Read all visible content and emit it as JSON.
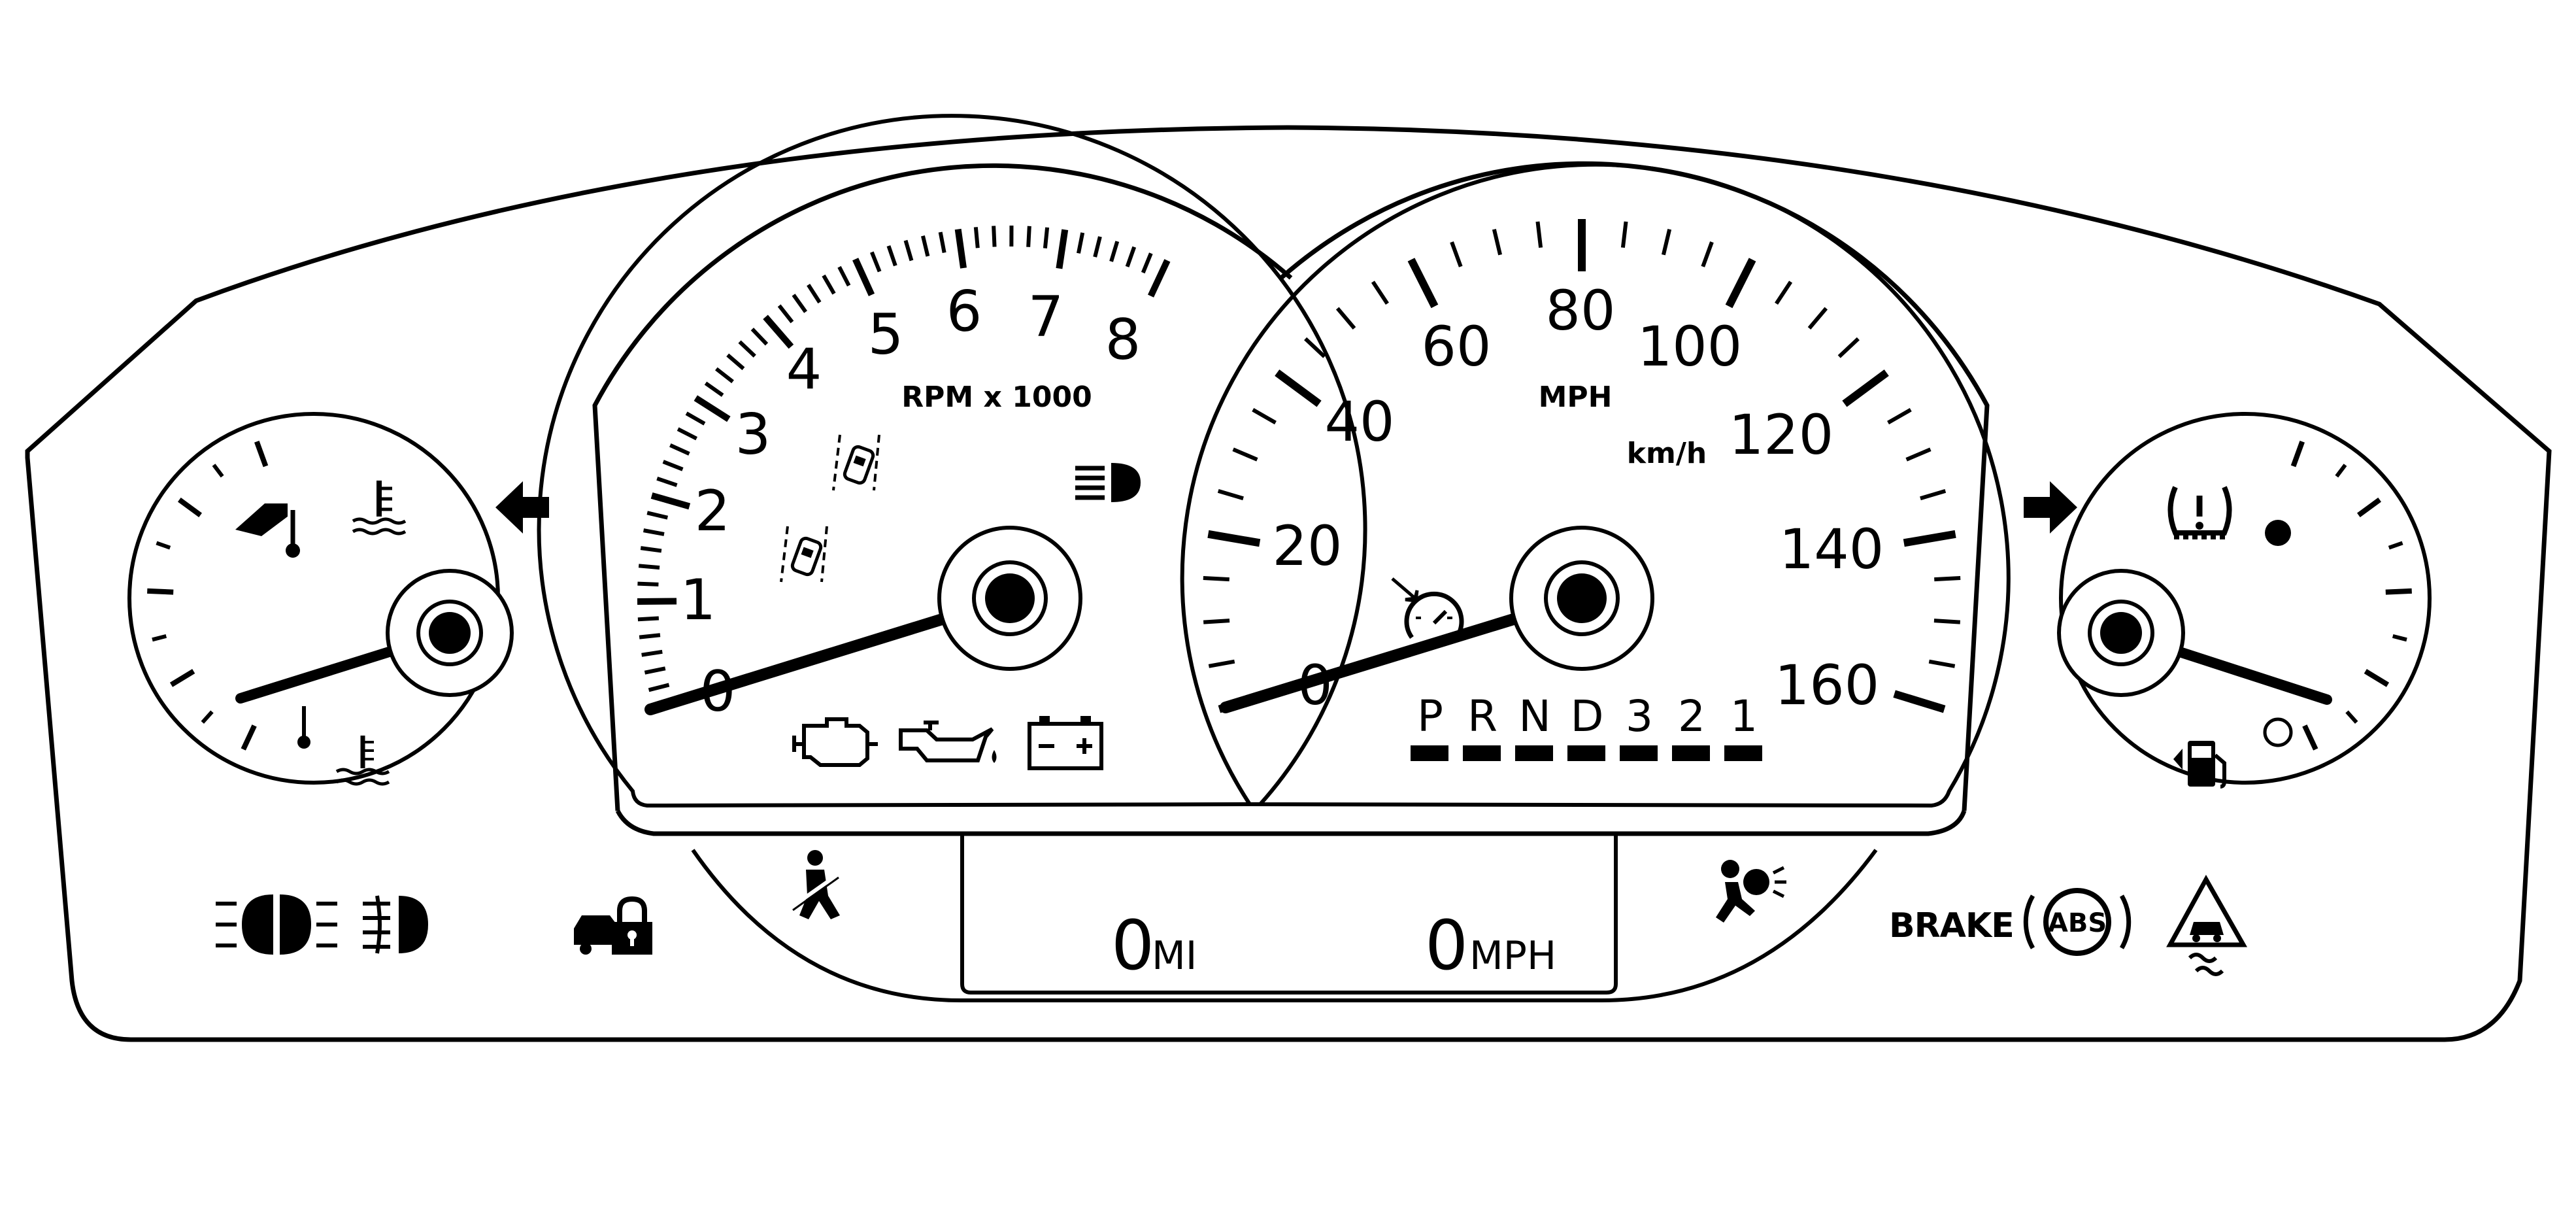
{
  "tachometer": {
    "numerals": [
      "0",
      "1",
      "2",
      "3",
      "4",
      "5",
      "6",
      "7",
      "8"
    ],
    "unit_label": "RPM x 1000",
    "needle_value": 0
  },
  "speedometer": {
    "numerals": [
      "0",
      "20",
      "40",
      "60",
      "80",
      "100",
      "120",
      "140",
      "160"
    ],
    "unit_label": "MPH",
    "secondary_unit_label": "km/h",
    "needle_value": 0
  },
  "gear_indicator": {
    "positions": [
      "P",
      "R",
      "N",
      "D",
      "3",
      "2",
      "1"
    ]
  },
  "odometer_display": {
    "distance_value": "0",
    "distance_unit": "MI",
    "speed_value": "0",
    "speed_unit": "MPH"
  },
  "telltales": {
    "brake_label": "BRAKE",
    "abs_label": "ABS"
  },
  "icons": [
    "oil-temp-icon",
    "coolant-temp-hot-icon",
    "left-turn-arrow-icon",
    "lane-departure-icon",
    "lane-departure-right-icon",
    "high-beam-icon",
    "check-engine-icon",
    "oil-pressure-icon",
    "battery-icon",
    "cruise-control-icon",
    "right-turn-arrow-icon",
    "tire-pressure-icon",
    "fuel-full-icon",
    "fuel-empty-icon",
    "fuel-door-left-icon",
    "parking-lights-icon",
    "fog-light-icon",
    "security-lock-icon",
    "seatbelt-icon",
    "airbag-icon",
    "abs-warning-icon",
    "stability-control-icon"
  ]
}
